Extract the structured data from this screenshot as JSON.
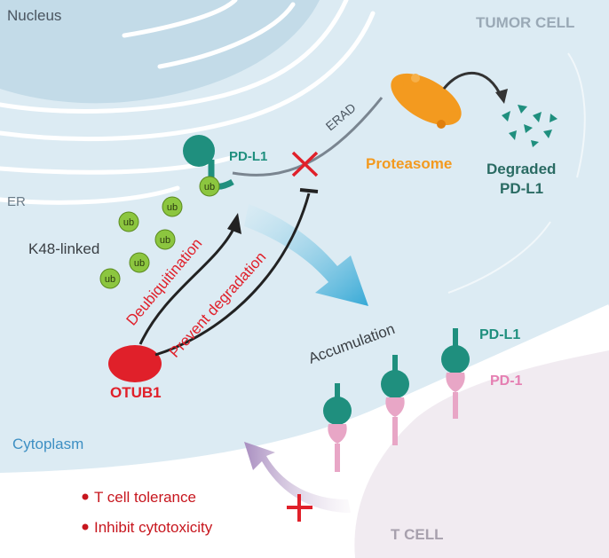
{
  "labels": {
    "nucleus": "Nucleus",
    "tumor_cell": "TUMOR CELL",
    "er": "ER",
    "erad": "ERAD",
    "proteasome": "Proteasome",
    "degraded_line1": "Degraded",
    "degraded_line2": "PD-L1",
    "pdl1_top": "PD-L1",
    "k48": "K48-linked",
    "ub": "ub",
    "deubiquitination": "Deubiquitination",
    "prevent_degradation": "Prevent degradation",
    "otub1": "OTUB1",
    "accumulation": "Accumulation",
    "pdl1_membrane": "PD-L1",
    "pd1": "PD-1",
    "cytoplasm": "Cytoplasm",
    "bullet1": "T cell tolerance",
    "bullet2": "Inhibit cytotoxicity",
    "t_cell": "T CELL"
  },
  "colors": {
    "cytoplasm": "#dcebf3",
    "nucleus": "#c3dbe8",
    "teal": "#1f8f7e",
    "ub_green": "#8cc63f",
    "red": "#e0202a",
    "orange": "#f39a1f",
    "pink": "#e8a6c6",
    "t_cell": "#f1ebf1"
  },
  "icons": {
    "block_x": "red-x-icon",
    "inhibit": "inhibition-bar-icon"
  }
}
